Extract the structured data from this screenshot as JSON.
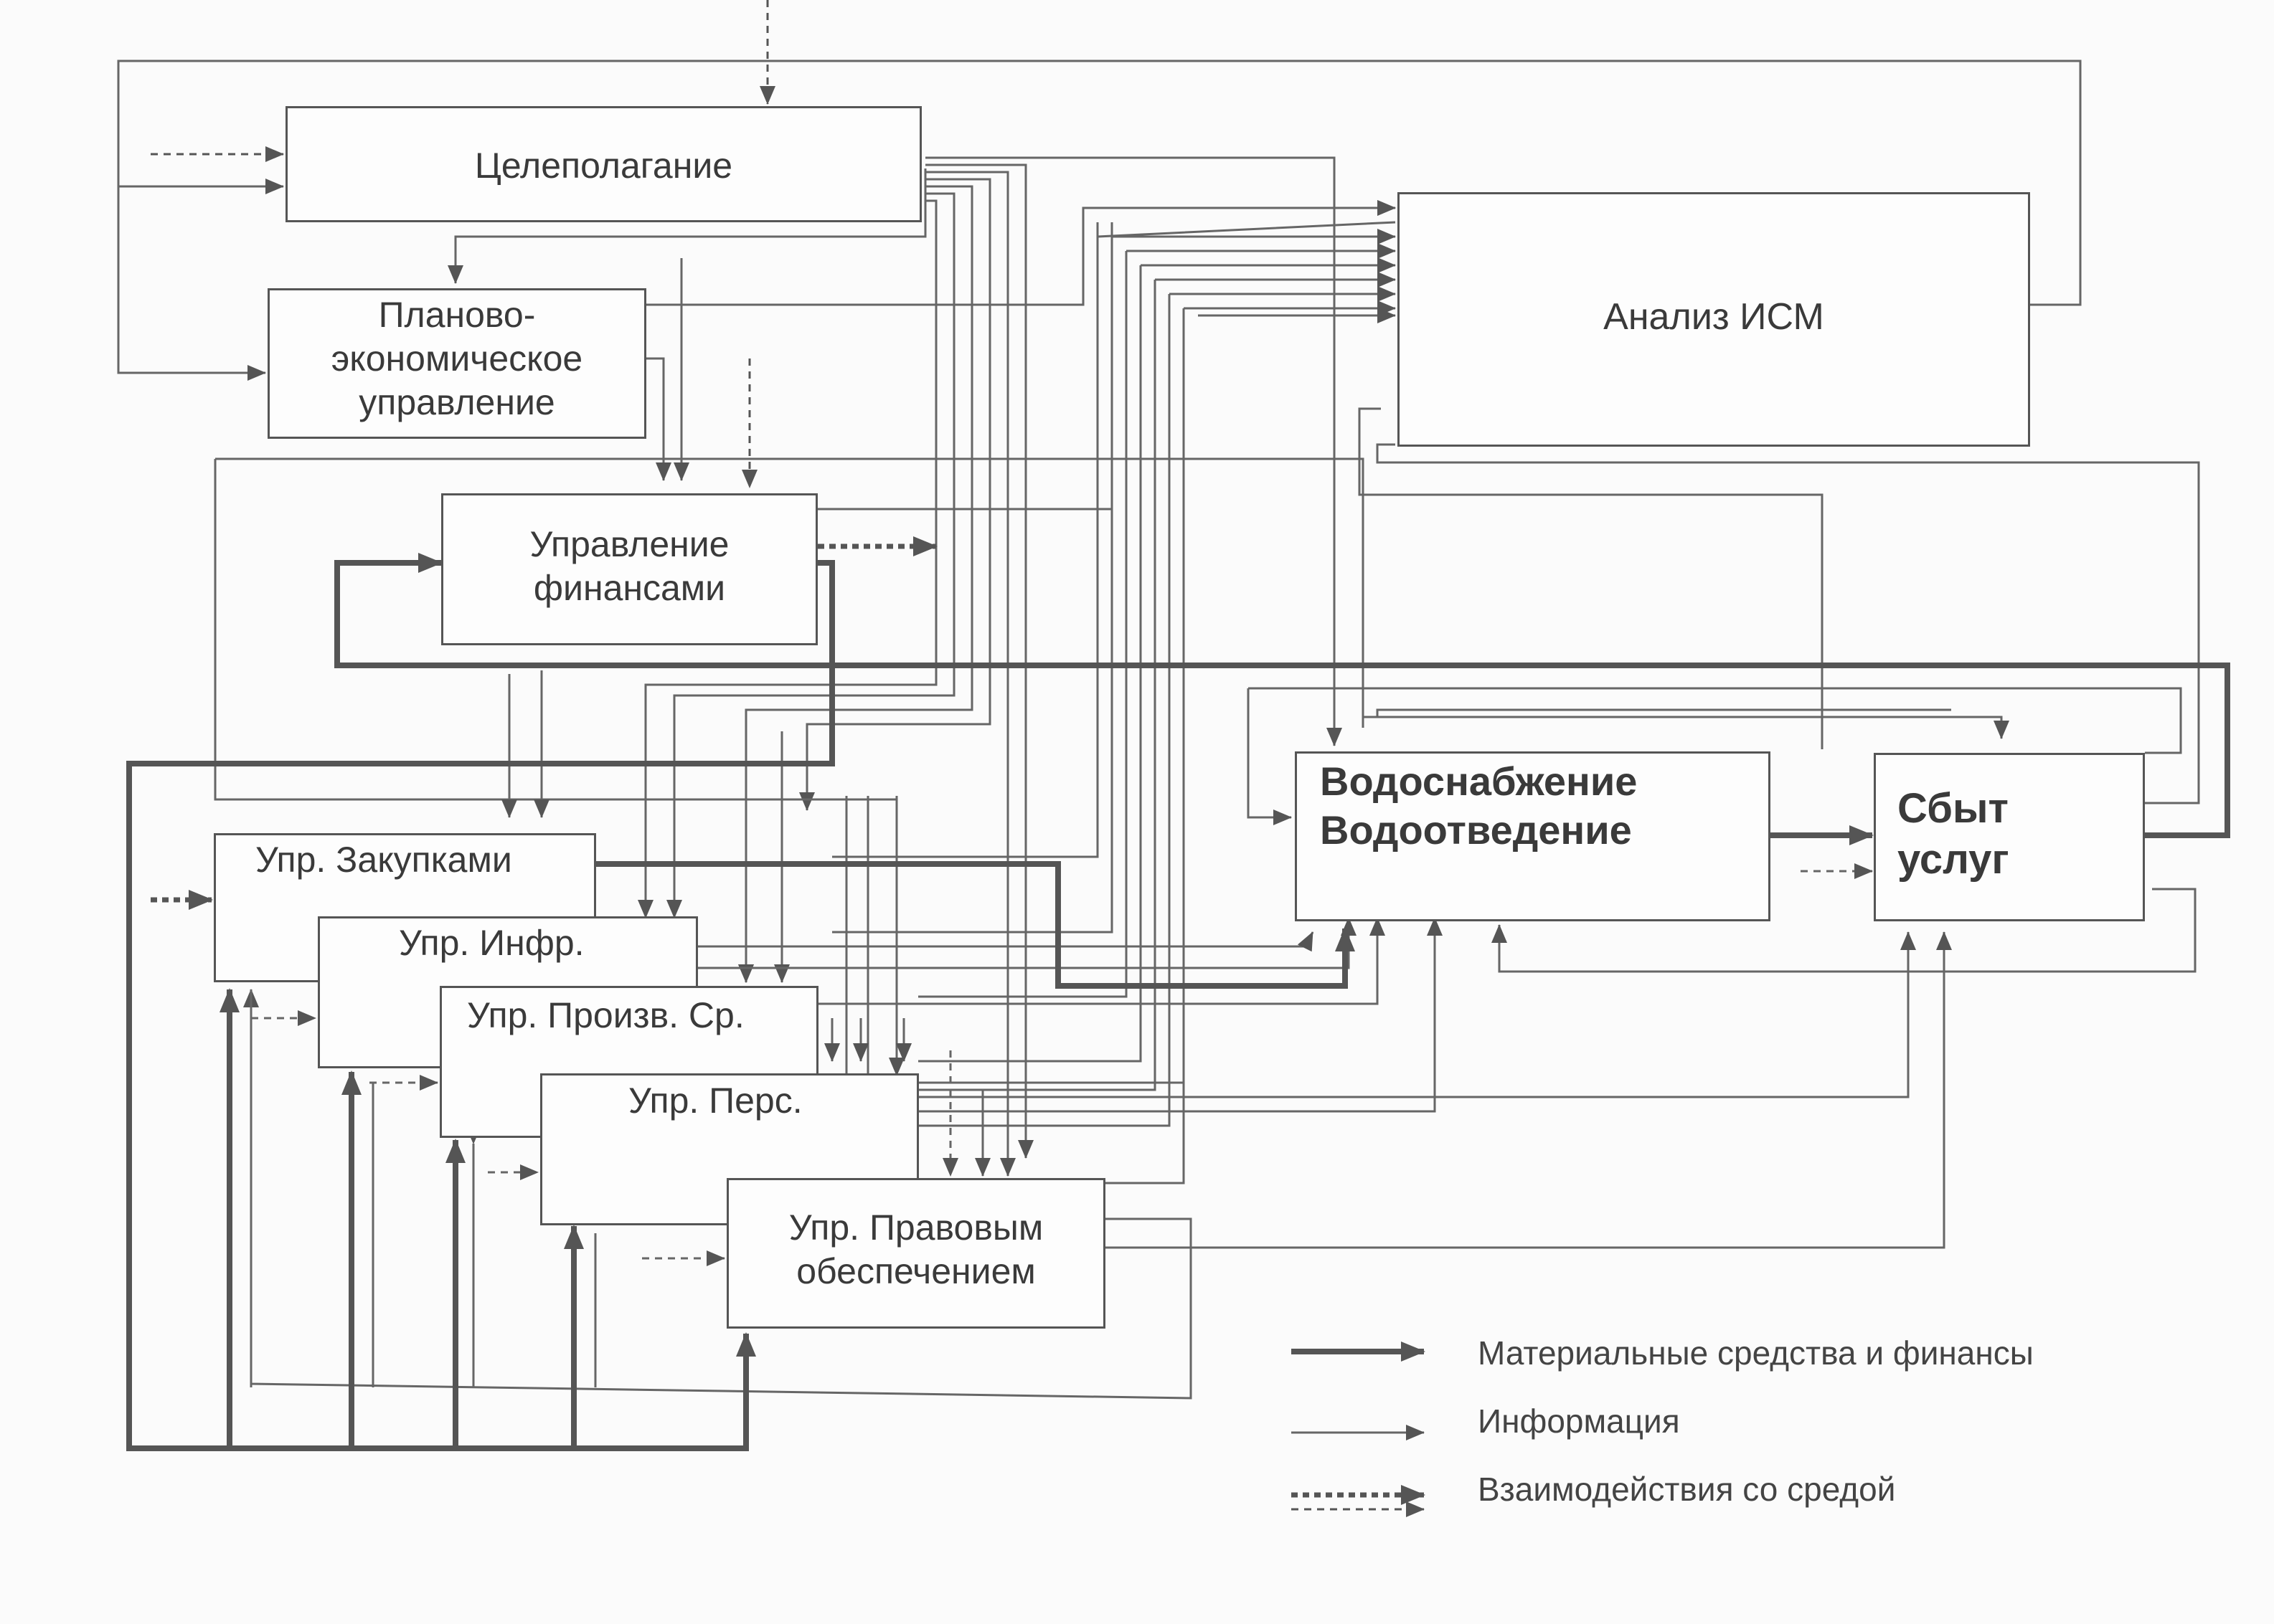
{
  "diagram": {
    "blocks": {
      "goal_setting": "Целеполагание",
      "planning": "Планово-\nэкономическое\nуправление",
      "finance": "Управление\nфинансами",
      "ism_analysis": "Анализ ИСМ",
      "water": "Водоснабжение\nВодоотведение",
      "sales": "Сбыт\nуслуг",
      "procurement": "Упр. Закупками",
      "infrastructure": "Упр. Инфр.",
      "production": "Упр. Произв. Ср.",
      "personnel": "Упр. Перс.",
      "legal": "Упр. Правовым\nобеспечением"
    },
    "legend": {
      "material": "Материальные средства и финансы",
      "information": "Информация",
      "environment": "Взаимодействия со средой"
    }
  }
}
